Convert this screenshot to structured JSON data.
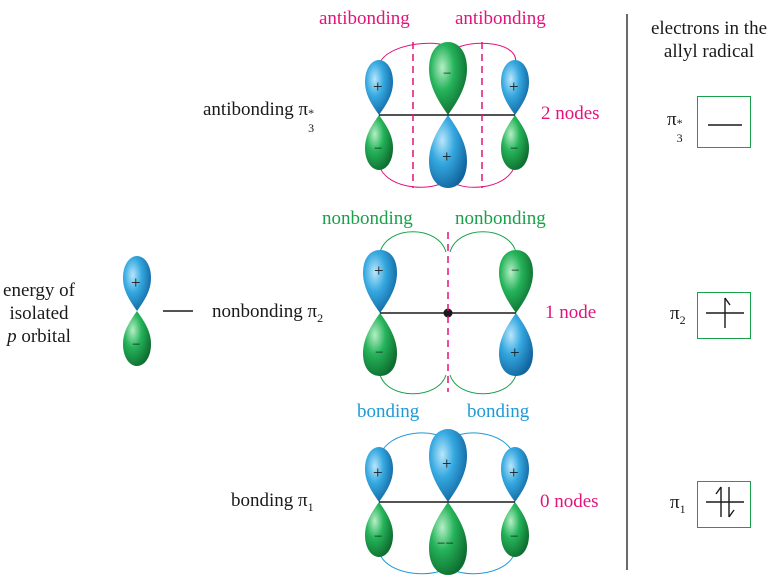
{
  "colors": {
    "blue": "#1f9ad6",
    "green": "#19a04a",
    "magenta": "#e2137b",
    "black": "#1a1a1a"
  },
  "isolated": {
    "line1": "energy of",
    "line2": "isolated",
    "line3_italic": "p",
    "line3_rest": " orbital",
    "plus": "+",
    "minus": "−"
  },
  "levels": [
    {
      "name": "antibonding π",
      "sub": "3",
      "sup": "*",
      "nodes": "2 nodes",
      "lobe_label_left": "antibonding",
      "lobe_label_right": "antibonding"
    },
    {
      "name": "nonbonding π",
      "sub": "2",
      "sup": "",
      "nodes": "1 node",
      "lobe_label_left": "nonbonding",
      "lobe_label_right": "nonbonding"
    },
    {
      "name": "bonding π",
      "sub": "1",
      "sup": "",
      "nodes": "0 nodes",
      "lobe_label_left": "bonding",
      "lobe_label_right": "bonding"
    }
  ],
  "signs": {
    "plus": "+",
    "minus": "−",
    "double_minus": "−−"
  },
  "electrons": {
    "header_line1": "electrons in the",
    "header_line2": "allyl radical",
    "pi3": {
      "label": "π",
      "sub": "3",
      "sup": "*"
    },
    "pi2": {
      "label": "π",
      "sub": "2"
    },
    "pi1": {
      "label": "π",
      "sub": "1"
    }
  }
}
